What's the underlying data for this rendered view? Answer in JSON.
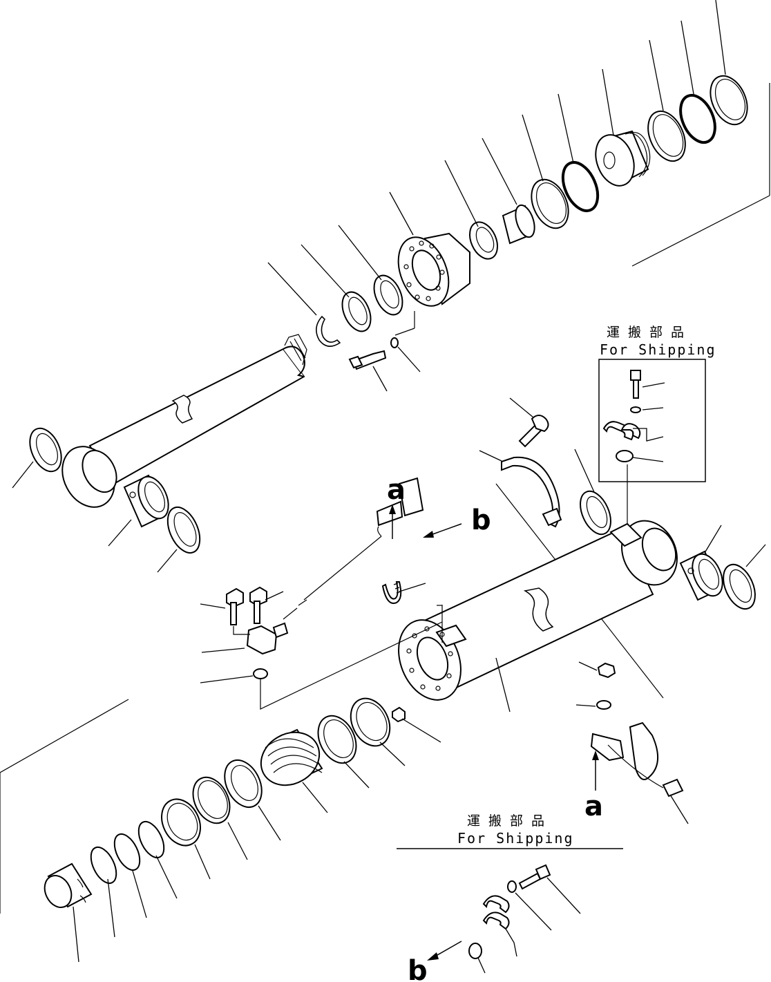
{
  "shipping_box_top": {
    "jp": "運搬部品",
    "en": "For Shipping"
  },
  "shipping_box_bottom": {
    "jp": "運搬部品",
    "en": "For Shipping"
  },
  "callouts": {
    "a_top": "a",
    "b_top": "b",
    "a_bottom": "a",
    "b_bottom": "b"
  }
}
